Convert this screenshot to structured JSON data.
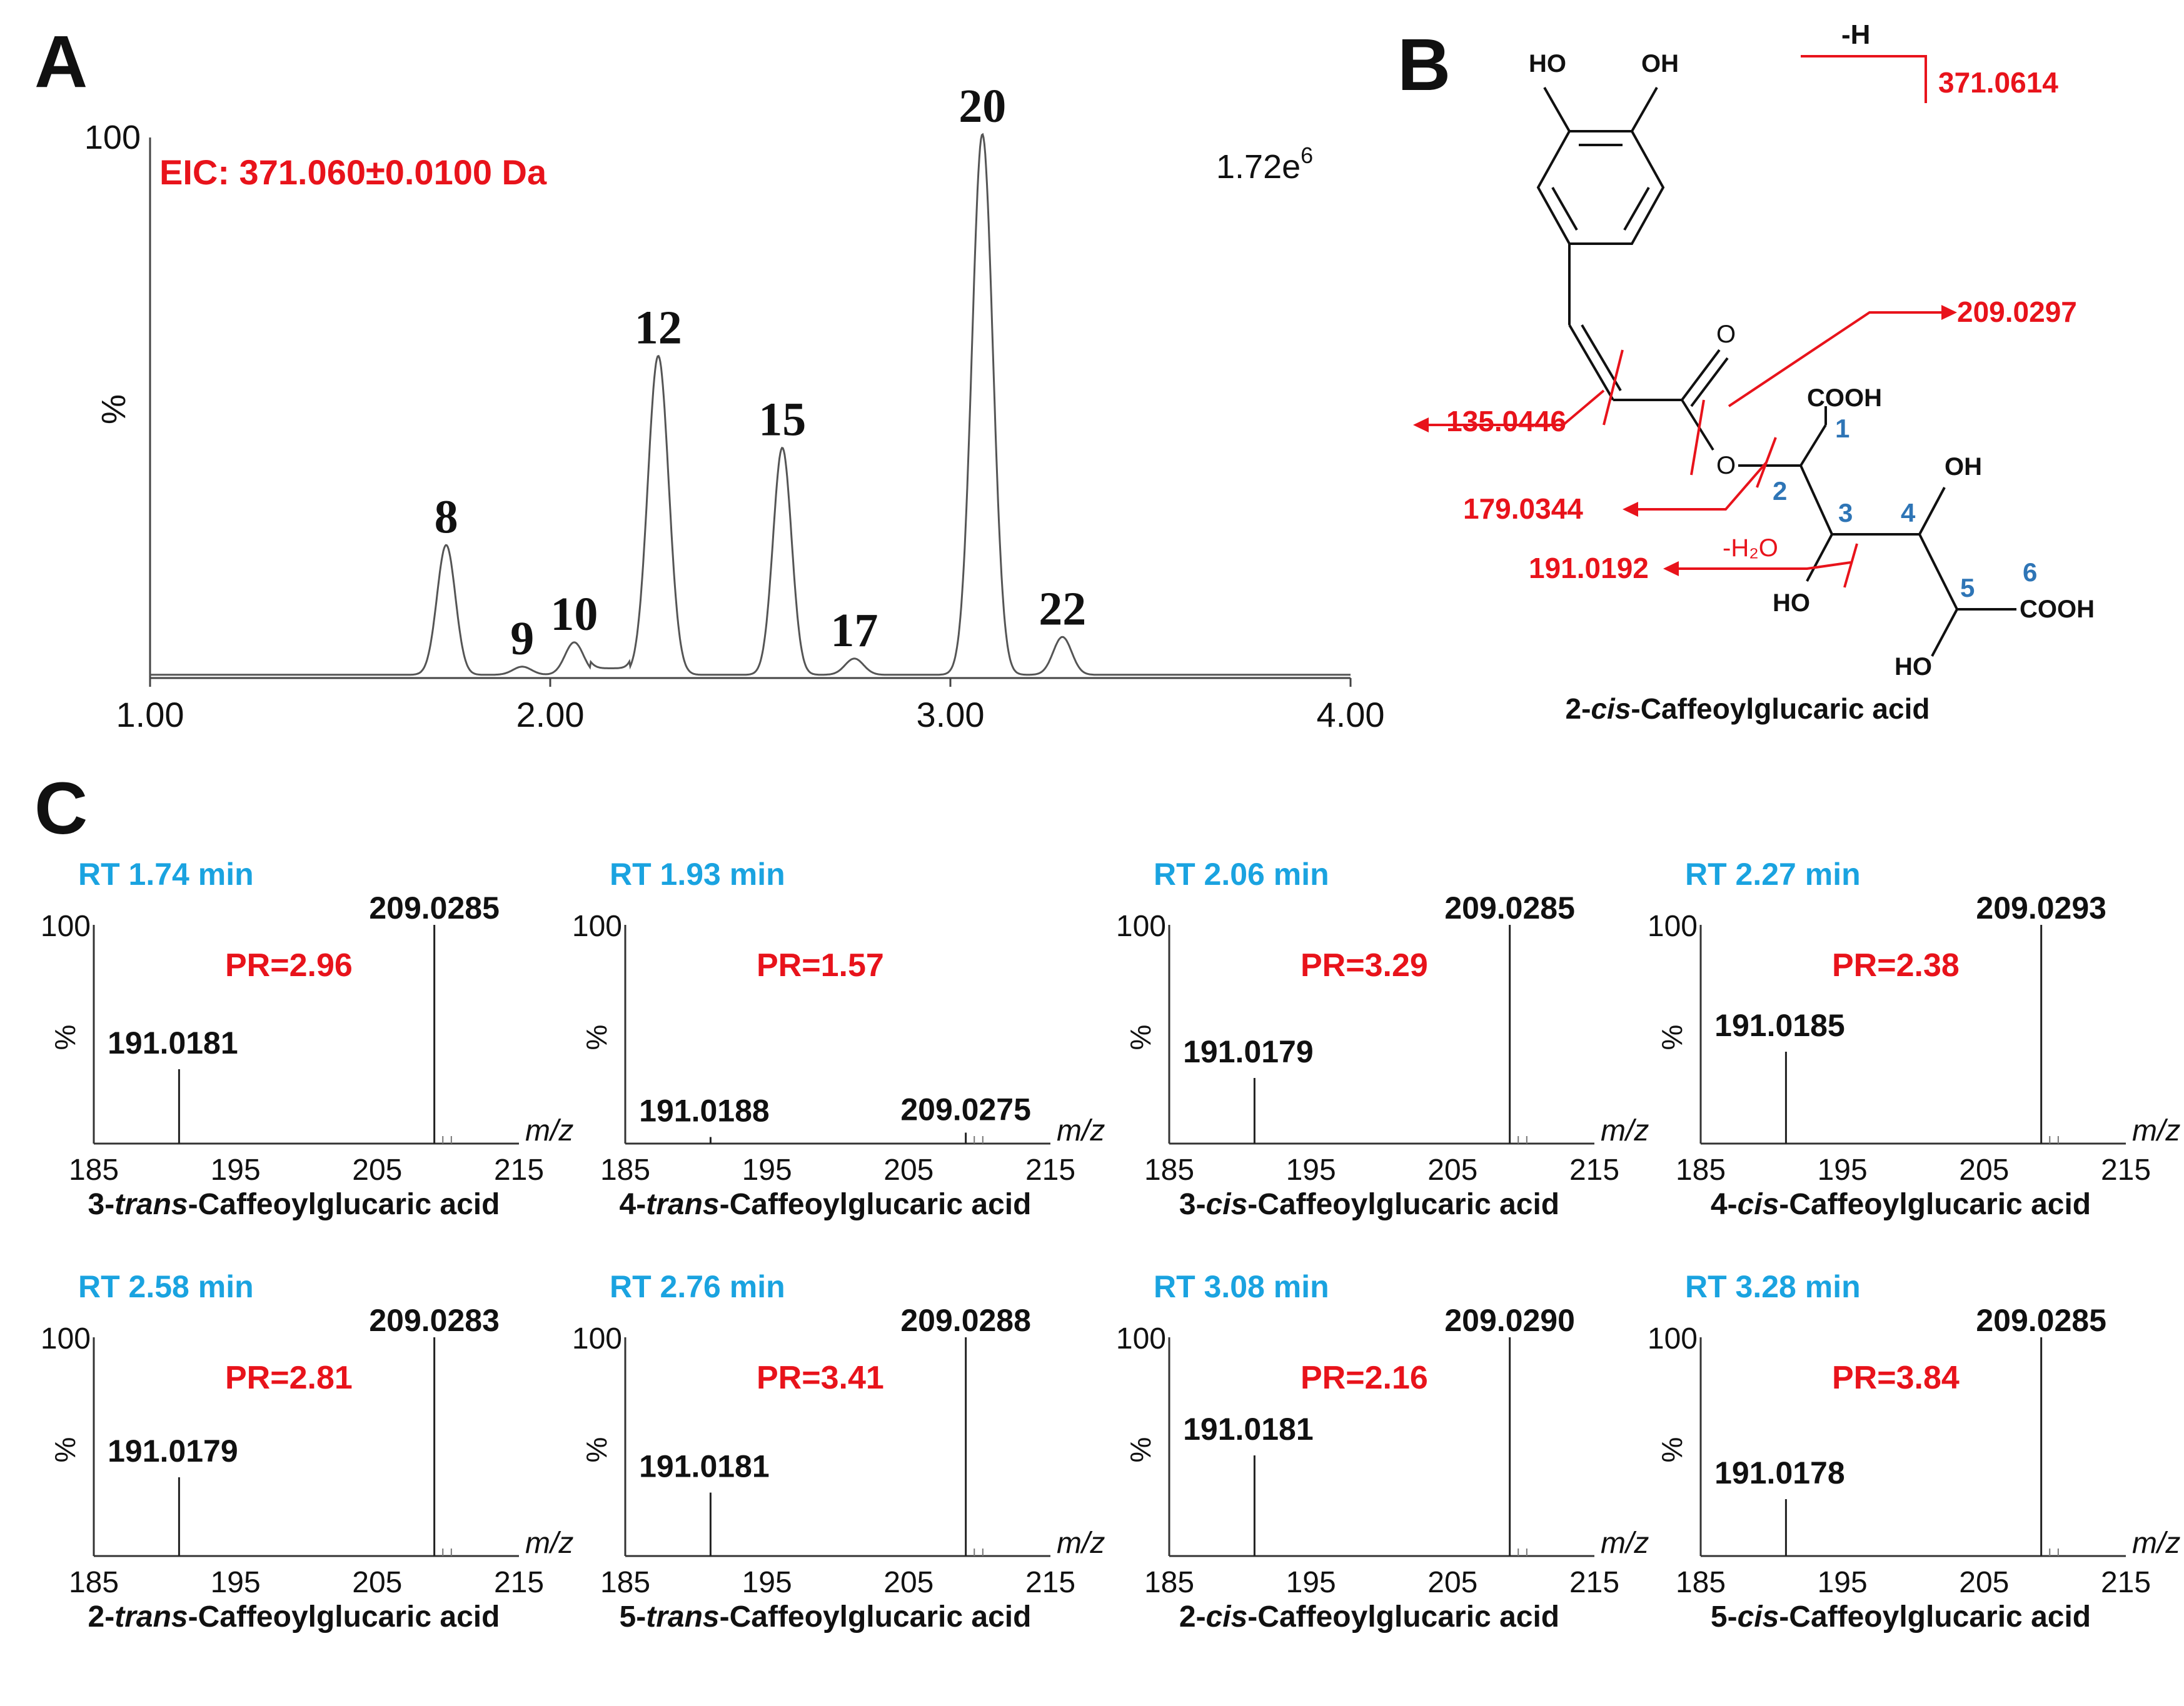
{
  "panels": {
    "A": "A",
    "B": "B",
    "C": "C"
  },
  "panelA": {
    "eic_label": "EIC: 371.060±0.0100 Da",
    "intensity_base": "1.72e",
    "intensity_exp": "6",
    "y_label": "%"
  },
  "chart_data": [
    {
      "type": "line",
      "panel": "A",
      "xlim": [
        1.0,
        4.0
      ],
      "ylim": [
        0,
        100
      ],
      "x_ticks": [
        "1.00",
        "2.00",
        "3.00",
        "4.00"
      ],
      "y_ticks": [
        "100"
      ],
      "ylabel": "%",
      "peaks": [
        {
          "label": "8",
          "rt": 1.74,
          "height": 24
        },
        {
          "label": "9",
          "rt": 1.93,
          "height": 1.5
        },
        {
          "label": "10",
          "rt": 2.06,
          "height": 6
        },
        {
          "label": "12",
          "rt": 2.27,
          "height": 59
        },
        {
          "label": "15",
          "rt": 2.58,
          "height": 42
        },
        {
          "label": "17",
          "rt": 2.76,
          "height": 3
        },
        {
          "label": "20",
          "rt": 3.08,
          "height": 100
        },
        {
          "label": "22",
          "rt": 3.28,
          "height": 7
        }
      ]
    }
  ],
  "panelB": {
    "structure_name_prefix": "2-",
    "structure_name_italic": "cis",
    "structure_name_suffix": "-Caffeoylglucaric acid",
    "loss_H": "-H",
    "precursor": "371.0614",
    "frag_209": "209.0297",
    "frag_135": "135.0446",
    "frag_179": "179.0344",
    "frag_191": "191.0192",
    "loss_H2O": "-H₂O",
    "carbons": [
      "1",
      "2",
      "3",
      "4",
      "5",
      "6"
    ],
    "groups": {
      "oh": "OH",
      "ho": "HO",
      "o": "O",
      "cooh": "COOH"
    }
  },
  "ms_axis": {
    "x_ticks": [
      "185",
      "195",
      "205",
      "215"
    ],
    "y_top": "100",
    "y_label": "%",
    "x_label": "m/z",
    "xlim": [
      185,
      215
    ]
  },
  "spectra": [
    {
      "rt": "RT 1.74 min",
      "pr": "PR=2.96",
      "peak_large": "209.0285",
      "peak_large_mz": 209.0285,
      "peak_large_h": 100,
      "peak_small": "191.0181",
      "peak_small_mz": 191.0181,
      "peak_small_h": 34,
      "name_pre": "3-",
      "name_it": "trans",
      "name_post": "-Caffeoylglucaric acid"
    },
    {
      "rt": "RT 1.93 min",
      "pr": "PR=1.57",
      "peak_large": "209.0275",
      "peak_large_mz": 209.0275,
      "peak_large_h": 5,
      "peak_small": "191.0188",
      "peak_small_mz": 191.0188,
      "peak_small_h": 3,
      "name_pre": "4-",
      "name_it": "trans",
      "name_post": "-Caffeoylglucaric acid"
    },
    {
      "rt": "RT 2.06 min",
      "pr": "PR=3.29",
      "peak_large": "209.0285",
      "peak_large_mz": 209.0285,
      "peak_large_h": 100,
      "peak_small": "191.0179",
      "peak_small_mz": 191.0179,
      "peak_small_h": 30,
      "name_pre": "3-",
      "name_it": "cis",
      "name_post": "-Caffeoylglucaric acid"
    },
    {
      "rt": "RT 2.27 min",
      "pr": "PR=2.38",
      "peak_large": "209.0293",
      "peak_large_mz": 209.0293,
      "peak_large_h": 100,
      "peak_small": "191.0185",
      "peak_small_mz": 191.0185,
      "peak_small_h": 42,
      "name_pre": "4-",
      "name_it": "cis",
      "name_post": "-Caffeoylglucaric acid"
    },
    {
      "rt": "RT 2.58 min",
      "pr": "PR=2.81",
      "peak_large": "209.0283",
      "peak_large_mz": 209.0283,
      "peak_large_h": 100,
      "peak_small": "191.0179",
      "peak_small_mz": 191.0179,
      "peak_small_h": 36,
      "name_pre": "2-",
      "name_it": "trans",
      "name_post": "-Caffeoylglucaric acid"
    },
    {
      "rt": "RT 2.76 min",
      "pr": "PR=3.41",
      "peak_large": "209.0288",
      "peak_large_mz": 209.0288,
      "peak_large_h": 100,
      "peak_small": "191.0181",
      "peak_small_mz": 191.0181,
      "peak_small_h": 29,
      "name_pre": "5-",
      "name_it": "trans",
      "name_post": "-Caffeoylglucaric acid"
    },
    {
      "rt": "RT 3.08 min",
      "pr": "PR=2.16",
      "peak_large": "209.0290",
      "peak_large_mz": 209.029,
      "peak_large_h": 100,
      "peak_small": "191.0181",
      "peak_small_mz": 191.0181,
      "peak_small_h": 46,
      "name_pre": "2-",
      "name_it": "cis",
      "name_post": "-Caffeoylglucaric acid"
    },
    {
      "rt": "RT 3.28 min",
      "pr": "PR=3.84",
      "peak_large": "209.0285",
      "peak_large_mz": 209.0285,
      "peak_large_h": 100,
      "peak_small": "191.0178",
      "peak_small_mz": 191.0178,
      "peak_small_h": 26,
      "name_pre": "5-",
      "name_it": "cis",
      "name_post": "-Caffeoylglucaric acid"
    }
  ],
  "colors": {
    "red": "#e8131b",
    "blue": "#1aa3e0",
    "carbon_blue": "#2e75b6",
    "black": "#111111"
  }
}
